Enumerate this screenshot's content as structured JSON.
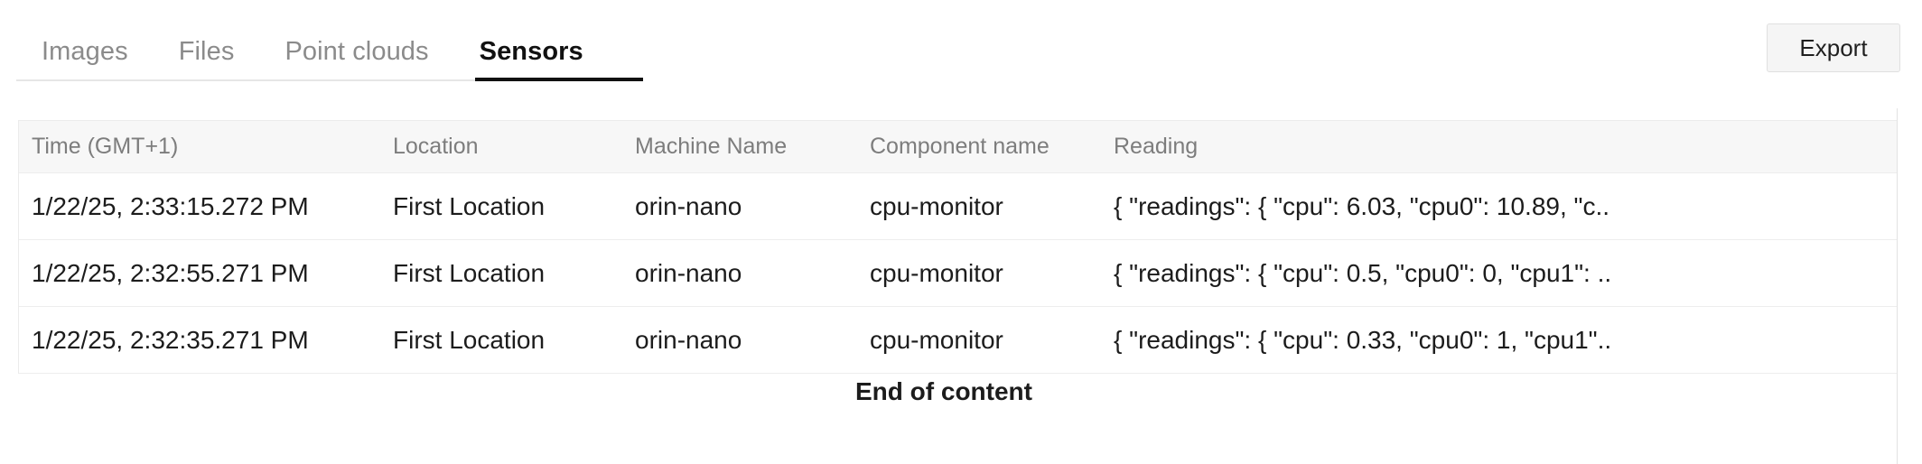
{
  "tabs": [
    {
      "id": "images",
      "label": "Images",
      "active": false
    },
    {
      "id": "files",
      "label": "Files",
      "active": false
    },
    {
      "id": "point-clouds",
      "label": "Point clouds",
      "active": false
    },
    {
      "id": "sensors",
      "label": "Sensors",
      "active": true
    }
  ],
  "toolbar": {
    "export_label": "Export"
  },
  "table": {
    "columns": [
      "Time (GMT+1)",
      "Location",
      "Machine Name",
      "Component name",
      "Reading"
    ],
    "rows": [
      {
        "time": "1/22/25, 2:33:15.272 PM",
        "location": "First Location",
        "machine": "orin-nano",
        "component": "cpu-monitor",
        "reading": "{ \"readings\": { \"cpu\": 6.03, \"cpu0\": 10.89, \"c.."
      },
      {
        "time": "1/22/25, 2:32:55.271 PM",
        "location": "First Location",
        "machine": "orin-nano",
        "component": "cpu-monitor",
        "reading": "{ \"readings\": { \"cpu\": 0.5, \"cpu0\": 0, \"cpu1\": .."
      },
      {
        "time": "1/22/25, 2:32:35.271 PM",
        "location": "First Location",
        "machine": "orin-nano",
        "component": "cpu-monitor",
        "reading": "{ \"readings\": { \"cpu\": 0.33, \"cpu0\": 1, \"cpu1\".."
      }
    ]
  },
  "footer": {
    "end_label": "End of content"
  },
  "colors": {
    "active_tab": "#111111",
    "inactive_tab": "#8b8b8b",
    "header_bg": "#f7f7f7",
    "border": "#ebebeb",
    "button_bg": "#f5f5f5"
  }
}
